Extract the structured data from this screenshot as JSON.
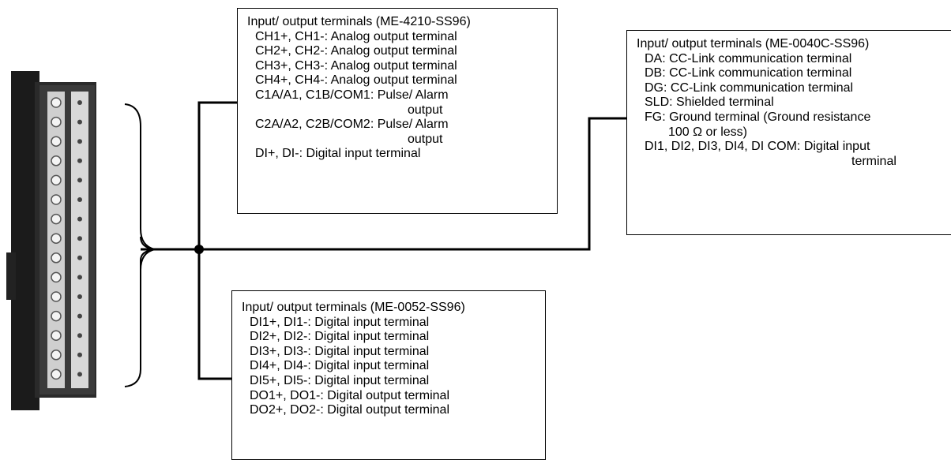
{
  "colors": {
    "line": "#000000",
    "module_body": "#1a1a1a",
    "terminal_white": "#e9e9e9"
  },
  "icons": {
    "module": "terminal-block-module-icon",
    "junction": "junction-dot-icon"
  },
  "box_a": {
    "title": "Input/ output terminals (ME-4210-SS96)",
    "lines": [
      "CH1+, CH1-: Analog output terminal",
      "CH2+, CH2-: Analog output terminal",
      "CH3+, CH3-: Analog output terminal",
      "CH4+, CH4-: Analog output terminal",
      "C1A/A1, C1B/COM1: Pulse/ Alarm",
      "output",
      "C2A/A2, C2B/COM2: Pulse/ Alarm",
      "output",
      "DI+, DI-: Digital input terminal"
    ]
  },
  "box_b": {
    "title": "Input/ output terminals (ME-0040C-SS96)",
    "lines": [
      "DA: CC-Link communication terminal",
      "DB: CC-Link communication terminal",
      "DG: CC-Link communication terminal",
      "SLD: Shielded terminal",
      "FG: Ground terminal (Ground resistance",
      "100 Ω or less)",
      "DI1, DI2, DI3, DI4, DI COM: Digital input",
      "terminal"
    ]
  },
  "box_c": {
    "title": "Input/ output terminals (ME-0052-SS96)",
    "lines": [
      "DI1+, DI1-: Digital input terminal",
      "DI2+, DI2-: Digital input terminal",
      "DI3+, DI3-: Digital input terminal",
      "DI4+, DI4-: Digital input terminal",
      "DI5+, DI5-: Digital input terminal",
      "DO1+, DO1-: Digital output terminal",
      "DO2+, DO2-: Digital output terminal"
    ]
  }
}
